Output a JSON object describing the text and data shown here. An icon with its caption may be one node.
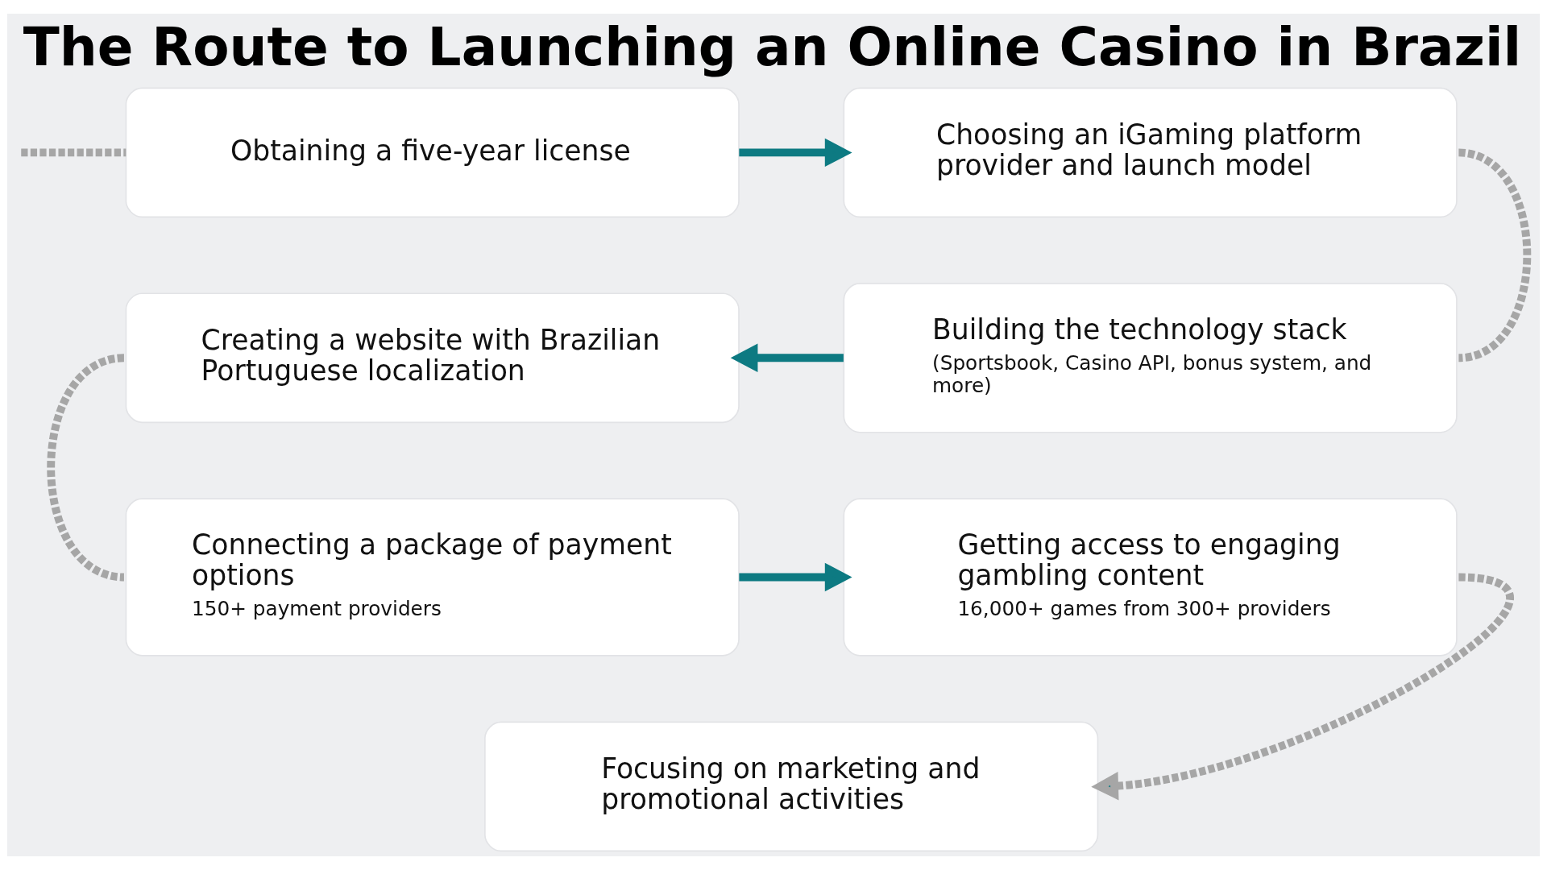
{
  "diagram": {
    "title": "The Route to Launching an Online Casino in Brazil",
    "nodes": [
      {
        "text": [
          "Obtaining a five-year license"
        ]
      },
      {
        "text": [
          "Choosing an iGaming platform provider and launch model"
        ]
      },
      {
        "text": [
          "Building the technology stack",
          "(Sportsbook, Casino API, bonus system, and more)"
        ]
      },
      {
        "text": [
          "Creating a website with Brazilian Portuguese localization"
        ]
      },
      {
        "text": [
          "Connecting a package of payment options",
          "150+ payment providers"
        ]
      },
      {
        "text": [
          "Getting access to engaging gambling content",
          "16,000+ games from 300+ providers"
        ]
      },
      {
        "text": [
          "Focusing on marketing and promotional activities"
        ]
      }
    ],
    "edges": [
      {
        "from": null,
        "to": 0,
        "arrow": "none",
        "style": "dashed"
      },
      {
        "from": 0,
        "to": 1,
        "arrow": "to",
        "color": "#0d7a82"
      },
      {
        "from": 1,
        "to": 2,
        "arrow": "none",
        "style": "dashed"
      },
      {
        "from": 2,
        "to": 3,
        "arrow": "to",
        "color": "#0d7a82"
      },
      {
        "from": 3,
        "to": 4,
        "arrow": "none",
        "style": "dashed"
      },
      {
        "from": 4,
        "to": 5,
        "arrow": "to",
        "color": "#0d7a82"
      },
      {
        "from": 5,
        "to": 6,
        "arrow": "to",
        "style": "dashed"
      }
    ]
  }
}
